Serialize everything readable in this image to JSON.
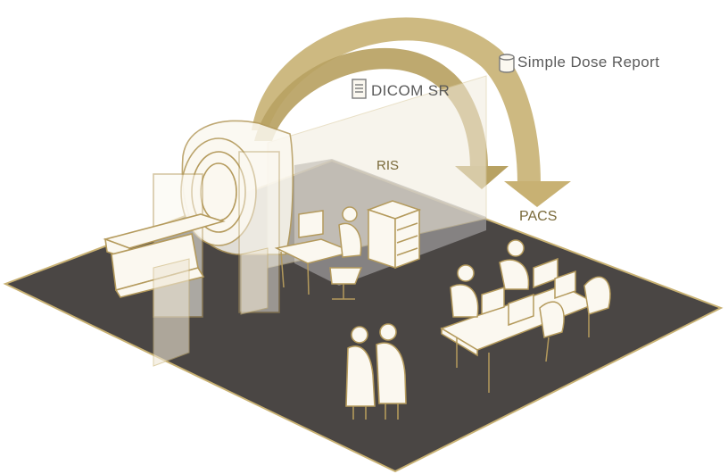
{
  "labels": {
    "simple_dose_report": "Simple Dose Report",
    "dicom_sr": "DICOM SR",
    "ris": "RIS",
    "pacs": "PACS"
  },
  "icons": {
    "database": "database-icon",
    "document": "document-icon"
  },
  "colors": {
    "floor": "#4a4644",
    "gold": "#c8b173",
    "gold_dark": "#b09a5a",
    "outline": "#b49a5c",
    "text": "#5a5a5a",
    "glass": "#efe7d4"
  }
}
